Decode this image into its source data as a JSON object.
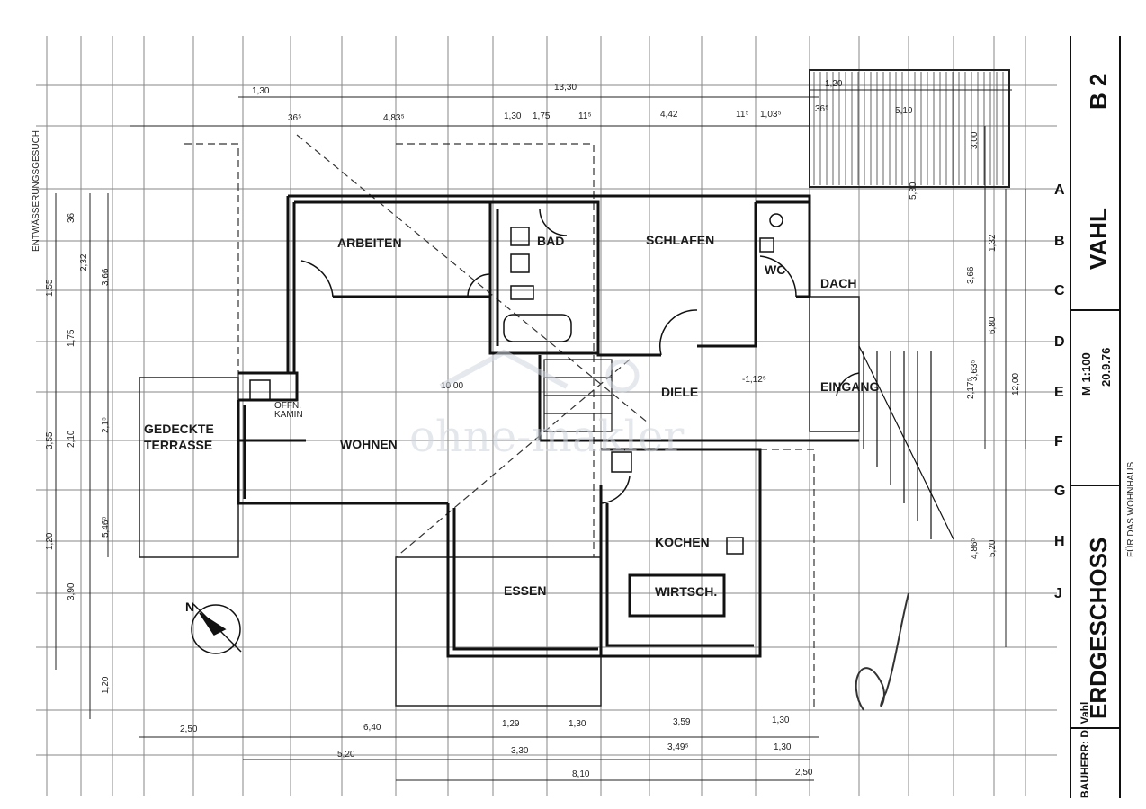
{
  "rooms": {
    "arbeiten": "ARBEITEN",
    "bad": "BAD",
    "schlafen": "SCHLAFEN",
    "wc": "WC",
    "dach": "DACH",
    "diele": "DIELE",
    "eingang": "EINGANG",
    "wohnen": "WOHNEN",
    "terrasse_1": "GEDECKTE",
    "terrasse_2": "TERRASSE",
    "kochen": "KOCHEN",
    "wirtsch": "WIRTSCH.",
    "essen": "ESSEN",
    "offn_1": "OFFN.",
    "offn_2": "KAMIN"
  },
  "heights": {
    "h1": "10,00",
    "h2": "-1,12⁵"
  },
  "axis_labels": [
    "A",
    "B",
    "C",
    "D",
    "E",
    "F",
    "G",
    "H",
    "J"
  ],
  "top_dims": {
    "d1": "1,30",
    "d2": "13,30",
    "d3": "1,20",
    "d4": "36⁵",
    "d5": "4,83⁵",
    "d6": "1,30",
    "d7": "1,75",
    "d8": "11⁵",
    "d9": "4,42",
    "d10": "11⁵",
    "d11": "1,03⁵",
    "d12": "36⁵",
    "d13": "5,10"
  },
  "bottom_dims": {
    "b1": "2,50",
    "b2": "6,40",
    "b3": "1,29",
    "b4": "1,30",
    "b5": "3,59",
    "b6": "1,30",
    "b7": "5,20",
    "b8": "3,30",
    "b9": "3,49⁵",
    "b10": "1,30",
    "b11": "8,10",
    "b12": "2,50"
  },
  "left_dims": {
    "l1": "36",
    "l2": "2,32",
    "l3": "1,55",
    "l4": "3,66",
    "l5": "1,75",
    "l6": "3,55",
    "l7": "2,10",
    "l8": "2,1⁵",
    "l9": "5,46⁵",
    "l10": "1,20",
    "l11": "3,90",
    "l12": "1,20"
  },
  "right_dims": {
    "r1": "3,00",
    "r2": "5,80",
    "r3": "1,32",
    "r4": "3,66",
    "r5": "6,80",
    "r6": "12,00",
    "r7": "3,63⁵",
    "r8": "2,17⁵",
    "r9": "4,86⁵",
    "r10": "5,20"
  },
  "title_block": {
    "floor": "ERDGESCHOSS",
    "owner": "VAHL",
    "sheet": "B 2",
    "date": "20.9.76",
    "scale": "M 1:100",
    "side_text": "ENTWÄSSERUNGSGESUCH",
    "bauherr": "BAUHERR: D. Vahl",
    "project": "FÜR DAS WOHNHAUS"
  },
  "watermark": "ohne-makler"
}
